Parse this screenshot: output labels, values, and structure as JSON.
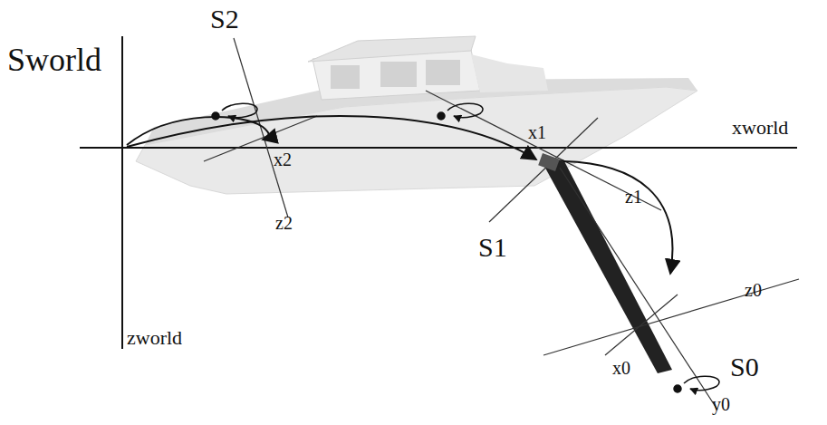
{
  "diagram": {
    "labels": [
      "Sworld",
      "xworld",
      "zworld",
      "S2",
      "x2",
      "z2",
      "x1",
      "z1",
      "S1",
      "S0",
      "z0",
      "x0",
      "y0"
    ]
  }
}
